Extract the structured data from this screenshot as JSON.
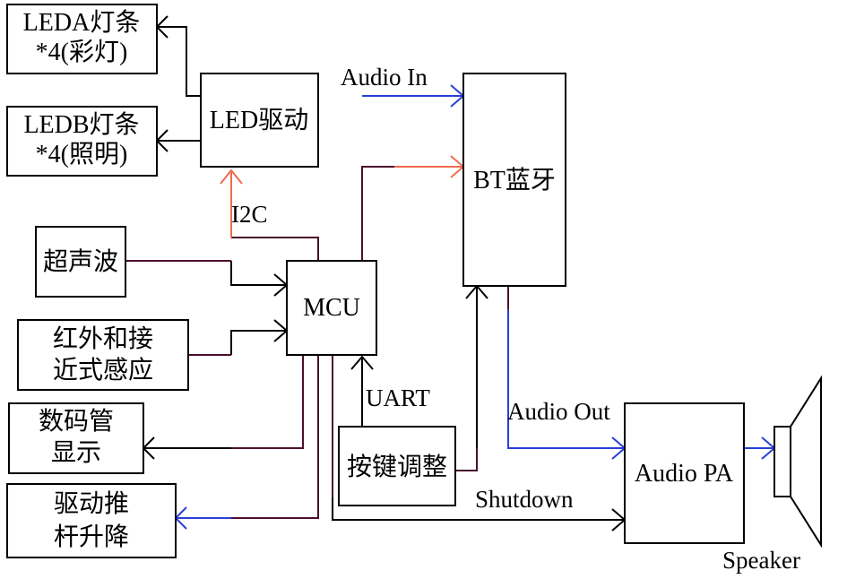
{
  "blocks": {
    "leda": {
      "line1": "LEDA灯条",
      "line2": "*4(彩灯)"
    },
    "ledb": {
      "line1": "LEDB灯条",
      "line2": "*4(照明)"
    },
    "led_driver": {
      "label": "LED驱动"
    },
    "ultrasonic": {
      "label": "超声波"
    },
    "ir_sensor": {
      "line1": "红外和接",
      "line2": "近式感应"
    },
    "digit_display": {
      "line1": "数码管",
      "line2": "显示"
    },
    "actuator": {
      "line1": "驱动推",
      "line2": "杆升降"
    },
    "mcu": {
      "label": "MCU"
    },
    "keypad": {
      "label": "按键调整"
    },
    "bt": {
      "label": "BT蓝牙"
    },
    "audio_pa": {
      "label": "Audio PA"
    }
  },
  "signals": {
    "i2c": "I2C",
    "uart": "UART",
    "audio_in": "Audio In",
    "audio_out": "Audio Out",
    "shutdown": "Shutdown",
    "speaker": "Speaker"
  },
  "colors": {
    "black_wire": "#000000",
    "purple_wire": "#4a0e2e",
    "blue_wire": "#2a3fd6",
    "red_wire": "#f06a50"
  }
}
